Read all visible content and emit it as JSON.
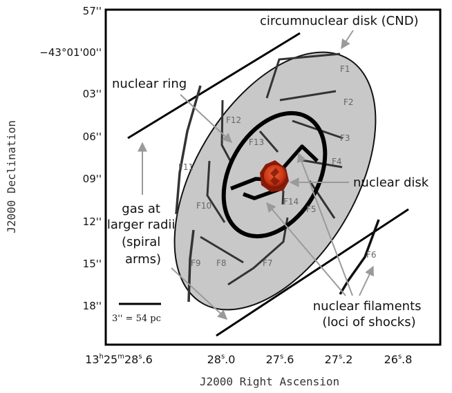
{
  "axes": {
    "x_label": "J2000 Right Ascension",
    "y_label": "J2000 Declination",
    "x_ticks": [
      {
        "h": "13",
        "hu": "h",
        "m": "25",
        "mu": "m",
        "s": "28",
        "su": "s",
        "f": ".6"
      },
      {
        "s": "28",
        "su": "s",
        "f": ".0"
      },
      {
        "s": "27",
        "su": "s",
        "f": ".6"
      },
      {
        "s": "27",
        "su": "s",
        "f": ".2"
      },
      {
        "s": "26",
        "su": "s",
        "f": ".8"
      }
    ],
    "y_ticks": [
      "57''",
      "−43°01'00''",
      "03''",
      "06''",
      "09''",
      "12''",
      "15''",
      "18''"
    ]
  },
  "annotations": {
    "cnd": "circumnuclear disk (CND)",
    "nuclear_ring": "nuclear ring",
    "nuclear_disk": "nuclear disk",
    "gas_larger_radii": [
      "gas at",
      "larger radii",
      "(spiral",
      "arms)"
    ],
    "nuclear_filaments": [
      "nuclear filaments",
      "(loci of shocks)"
    ],
    "scale_bar": "3'' = 54 pc"
  },
  "filaments": [
    "F1",
    "F2",
    "F3",
    "F4",
    "F5",
    "F6",
    "F7",
    "F8",
    "F9",
    "F10",
    "F11",
    "F12",
    "F13",
    "F14"
  ],
  "colors": {
    "cnd_fill": "#c8c8c8",
    "line": "#111111",
    "arrow": "#9a9a9a",
    "nucleus": "#d83a1a",
    "nucleus_dark": "#8a1a0a",
    "filament_label": "#666666"
  }
}
